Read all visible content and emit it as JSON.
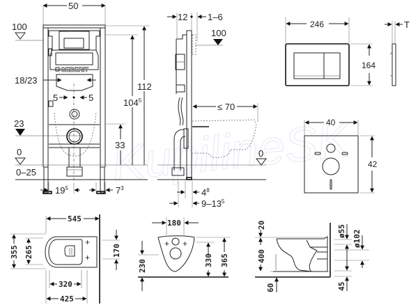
{
  "title": "Geberit Duofix installation frame with wall-hung WC – technical drawing",
  "watermark": "KupilineSK",
  "brand_logo": "GEBERIT",
  "frame_front_view": {
    "width": "50",
    "height_total": "112",
    "height_mid": "104",
    "height_mid_sup": "5",
    "flush_height": "100",
    "inner_span": "18/23",
    "side_gap_left": "5",
    "side_gap_right": "5",
    "outlet_level": "23",
    "outlet_height": "33",
    "floor_level": "0",
    "floor_adjust": "0–25",
    "foot_offset_left": "19",
    "foot_offset_left_sup": "5",
    "foot_offset_right": "7",
    "foot_offset_right_sup": "3"
  },
  "frame_side_view": {
    "depth_top": "12",
    "wall_finish": "1–6",
    "flush_height": "100",
    "wc_projection": "≤ 70",
    "floor_level": "0",
    "foot_depth": "4",
    "foot_depth_sup": "8",
    "wall_depth": "9–13",
    "wall_depth_sup": "5"
  },
  "flush_plate": {
    "width": "246",
    "height": "164",
    "thickness": "T"
  },
  "sound_insulation_pad": {
    "width": "40",
    "height": "42"
  },
  "wc_top_view": {
    "length": "545",
    "width_outer": "355",
    "width_inner": "265",
    "fixing_spacing": "170",
    "inner_length": "320",
    "outer_length": "425"
  },
  "wc_front_view": {
    "fixing_width": "180",
    "floor_to_fixing": "230",
    "floor_to_outlet": "330",
    "floor_to_rim": "365"
  },
  "wc_side_view": {
    "rim_height": "20",
    "height": "400",
    "floor_offset": "60",
    "inlet_diameter": "ø55",
    "outlet_diameter": "ø102",
    "outlet_offset": "45"
  }
}
